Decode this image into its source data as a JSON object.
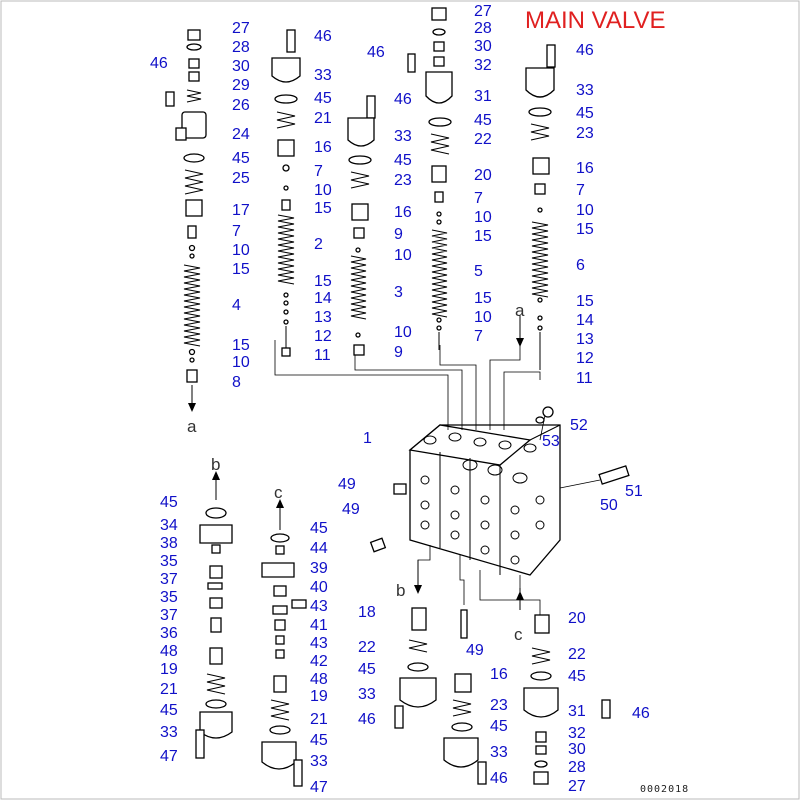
{
  "title": "MAIN VALVE",
  "drawing_code": "0002018",
  "direction_marks": [
    "a",
    "a",
    "b",
    "b",
    "c",
    "c"
  ],
  "callouts": {
    "col1": [
      "27",
      "28",
      "30",
      "29",
      "26",
      "46",
      "24",
      "45",
      "25",
      "17",
      "7",
      "10",
      "15",
      "4",
      "15",
      "10",
      "8"
    ],
    "col2": [
      "46",
      "33",
      "45",
      "21",
      "16",
      "7",
      "10",
      "15",
      "2",
      "15",
      "14",
      "13",
      "12",
      "11"
    ],
    "col3": [
      "46",
      "33",
      "45",
      "23",
      "16",
      "9",
      "10",
      "3",
      "10",
      "9"
    ],
    "col4": [
      "27",
      "28",
      "30",
      "32",
      "46",
      "31",
      "45",
      "22",
      "20",
      "7",
      "10",
      "15",
      "5",
      "15",
      "10",
      "7"
    ],
    "col5": [
      "46",
      "33",
      "45",
      "23",
      "16",
      "7",
      "10",
      "15",
      "6",
      "15",
      "14",
      "13",
      "12",
      "11"
    ],
    "body": [
      "1",
      "52",
      "53",
      "49",
      "49",
      "51",
      "50"
    ],
    "bottom_left": [
      "45",
      "34",
      "38",
      "35",
      "37",
      "35",
      "37",
      "36",
      "48",
      "19",
      "21",
      "45",
      "33",
      "47"
    ],
    "bottom_mid": [
      "45",
      "44",
      "39",
      "40",
      "43",
      "41",
      "43",
      "42",
      "48",
      "19",
      "21",
      "45",
      "33",
      "47"
    ],
    "bottom_center": [
      "18",
      "22",
      "45",
      "33",
      "46",
      "49",
      "16",
      "23",
      "45",
      "33",
      "46"
    ],
    "bottom_right": [
      "20",
      "22",
      "45",
      "31",
      "46",
      "32",
      "30",
      "28",
      "27"
    ]
  }
}
